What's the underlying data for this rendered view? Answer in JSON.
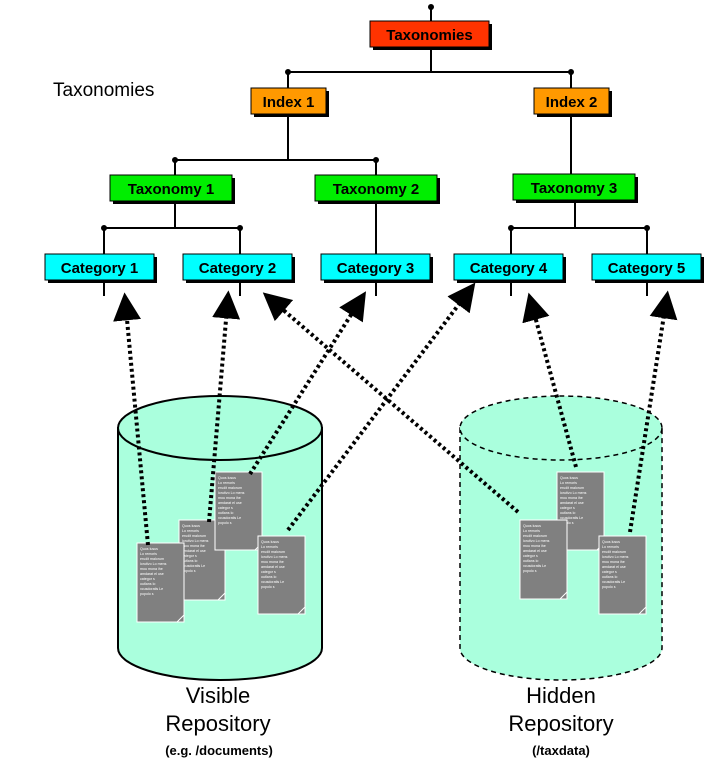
{
  "title": "Taxonomies",
  "nodes": {
    "root": {
      "label": "Taxonomies",
      "color": "#ff3300"
    },
    "index1": {
      "label": "Index 1",
      "color": "#ff9900"
    },
    "index2": {
      "label": "Index 2",
      "color": "#ff9900"
    },
    "taxonomy1": {
      "label": "Taxonomy 1",
      "color": "#00ee00"
    },
    "taxonomy2": {
      "label": "Taxonomy 2",
      "color": "#00ee00"
    },
    "taxonomy3": {
      "label": "Taxonomy 3",
      "color": "#00ee00"
    },
    "category1": {
      "label": "Category 1",
      "color": "#00ffff"
    },
    "category2": {
      "label": "Category 2",
      "color": "#00ffff"
    },
    "category3": {
      "label": "Category 3",
      "color": "#00ffff"
    },
    "category4": {
      "label": "Category 4",
      "color": "#00ffff"
    },
    "category5": {
      "label": "Category 5",
      "color": "#00ffff"
    }
  },
  "repositories": {
    "visible": {
      "name_line1": "Visible",
      "name_line2": "Repository",
      "path": "(e.g. /documents)",
      "style": "solid",
      "fill": "#aaffdd"
    },
    "hidden": {
      "name_line1": "Hidden",
      "name_line2": "Repository",
      "path": "(/taxdata)",
      "style": "dashed",
      "fill": "#aaffdd"
    }
  },
  "document_text": [
    "Quos lusus",
    "Lo remoris",
    "erudit malorum",
    "lorutivo Lo mens",
    "mou mona ihe",
    "amdarat el use",
    "categor s",
    "outlans lo",
    "xcusdoratis Le",
    "popolo s"
  ],
  "links": [
    {
      "from_doc": "visible-doc-1",
      "to": "category1"
    },
    {
      "from_doc": "visible-doc-2",
      "to": "category2"
    },
    {
      "from_doc": "visible-doc-3",
      "to": "category3"
    },
    {
      "from_doc": "visible-doc-4",
      "to": "category4"
    },
    {
      "from_doc": "hidden-doc-1",
      "to": "category2"
    },
    {
      "from_doc": "hidden-doc-2",
      "to": "category4"
    },
    {
      "from_doc": "hidden-doc-3",
      "to": "category5"
    }
  ]
}
